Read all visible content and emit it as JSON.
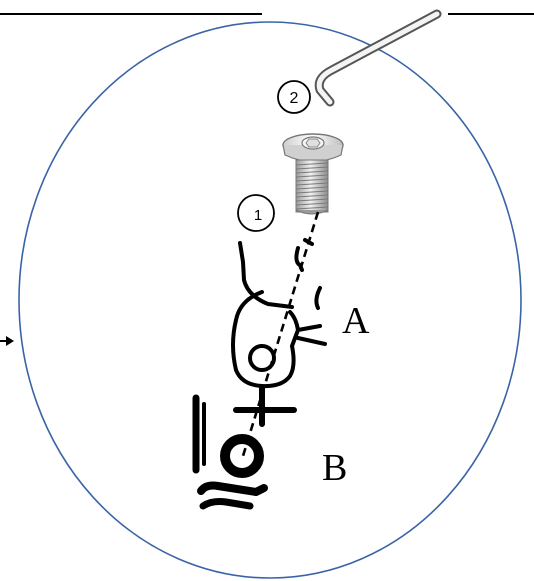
{
  "labels": {
    "step_1": "1",
    "step_2": "2",
    "part_a": "A",
    "part_b": "B"
  },
  "colors": {
    "circle_outline": "#3a64a8",
    "ink": "#000000",
    "screw_fill": "#e8e8e8",
    "screw_shade": "#b8b8b8"
  },
  "icons": {
    "screw": "hex-socket-screw-icon",
    "tool": "allen-key-icon",
    "arrow": "arrow-right-icon"
  }
}
